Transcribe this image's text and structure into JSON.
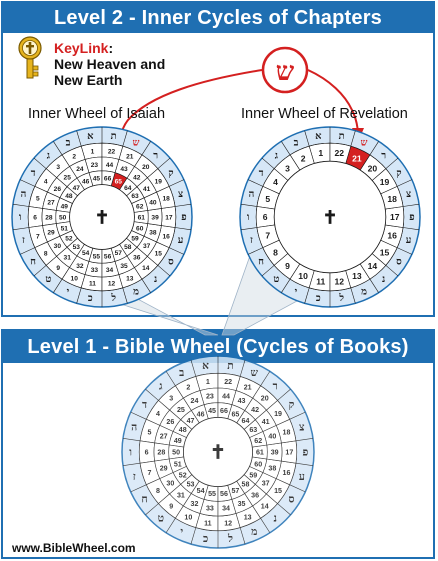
{
  "top_banner": "Level 2 - Inner Cycles of Chapters",
  "bottom_banner": "Level 1 - Bible Wheel (Cycles of Books)",
  "keylink": {
    "label": "KeyLink",
    "colon": ":",
    "line1": "New Heaven and",
    "line2": "New Earth"
  },
  "isaiah_label": "Inner Wheel of Isaiah",
  "revelation_label": "Inner Wheel of Revelation",
  "shin_letter": "ש",
  "cross": "✝",
  "site": "www.BibleWheel.com",
  "hebrew_letters": [
    "א",
    "ב",
    "ג",
    "ד",
    "ה",
    "ו",
    "ז",
    "ח",
    "ט",
    "י",
    "כ",
    "ל",
    "מ",
    "נ",
    "ס",
    "ע",
    "פ",
    "צ",
    "ק",
    "ר",
    "ש",
    "ת"
  ],
  "isaiah_rings": [
    [
      "1",
      "2",
      "3",
      "4",
      "5",
      "6",
      "7",
      "8",
      "9",
      "10",
      "11",
      "12",
      "13",
      "14",
      "15",
      "16",
      "17",
      "18",
      "19",
      "20",
      "21",
      "22"
    ],
    [
      "23",
      "24",
      "25",
      "26",
      "27",
      "28",
      "29",
      "30",
      "31",
      "32",
      "33",
      "34",
      "35",
      "36",
      "37",
      "38",
      "39",
      "40",
      "41",
      "42",
      "43",
      "44"
    ],
    [
      "45",
      "46",
      "47",
      "48",
      "49",
      "50",
      "51",
      "52",
      "53",
      "54",
      "55",
      "56",
      "57",
      "58",
      "59",
      "60",
      "61",
      "62",
      "63",
      "64",
      "65",
      "66"
    ]
  ],
  "revelation_rings": [
    [
      "1",
      "2",
      "3",
      "4",
      "5",
      "6",
      "7",
      "8",
      "9",
      "10",
      "11",
      "12",
      "13",
      "14",
      "15",
      "16",
      "17",
      "18",
      "19",
      "20",
      "21",
      "22"
    ]
  ],
  "bible_rings": [
    [
      "1",
      "2",
      "3",
      "4",
      "5",
      "6",
      "7",
      "8",
      "9",
      "10",
      "11",
      "12",
      "13",
      "14",
      "15",
      "16",
      "17",
      "18",
      "19",
      "20",
      "21",
      "22"
    ],
    [
      "23",
      "24",
      "25",
      "26",
      "27",
      "28",
      "29",
      "30",
      "31",
      "32",
      "33",
      "34",
      "35",
      "36",
      "37",
      "38",
      "39",
      "40",
      "41",
      "42",
      "43",
      "44"
    ],
    [
      "45",
      "46",
      "47",
      "48",
      "49",
      "50",
      "51",
      "52",
      "53",
      "54",
      "55",
      "56",
      "57",
      "58",
      "59",
      "60",
      "61",
      "62",
      "63",
      "64",
      "65",
      "66"
    ]
  ],
  "colors": {
    "blue": "#1f6fb2",
    "red": "#d42020",
    "light_blue": "#d6e7f7",
    "gold": "#e6b41e"
  }
}
